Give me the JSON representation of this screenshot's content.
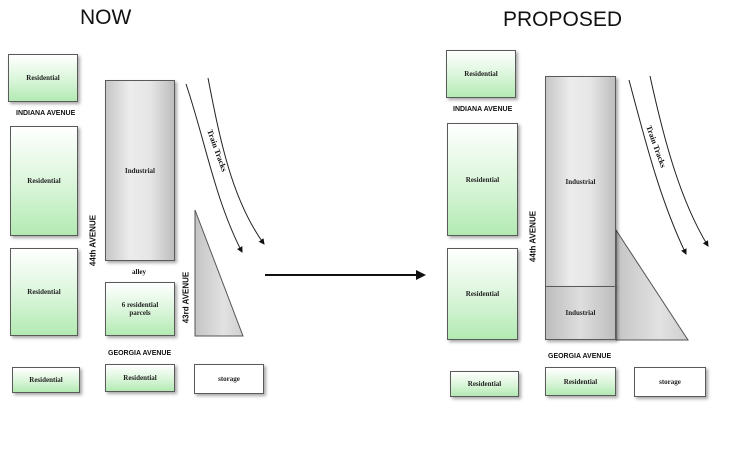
{
  "titles": {
    "now": "NOW",
    "proposed": "PROPOSED"
  },
  "now": {
    "blocks": {
      "residential_top": "Residential",
      "residential_mid": "Residential",
      "residential_low": "Residential",
      "residential_bottom": "Residential",
      "industrial": "Industrial",
      "parcels": "6 residential parcels",
      "residential_georgia": "Residential",
      "storage": "storage"
    },
    "streets": {
      "indiana": "INDIANA AVENUE",
      "avenue44": "44th AVENUE",
      "avenue43": "43rd AVENUE",
      "alley": "alley",
      "georgia": "GEORGIA AVENUE",
      "tracks": "Train Tracks"
    }
  },
  "proposed": {
    "blocks": {
      "residential_top": "Residential",
      "residential_mid": "Residential",
      "residential_low": "Residential",
      "residential_bottom": "Residential",
      "industrial": "Industrial",
      "industrial_lower": "Industrial",
      "residential_georgia": "Residential",
      "storage": "storage"
    },
    "streets": {
      "indiana": "INDIANA AVENUE",
      "avenue44": "44th AVENUE",
      "georgia": "GEORGIA AVENUE",
      "tracks": "Train Tracks"
    }
  }
}
